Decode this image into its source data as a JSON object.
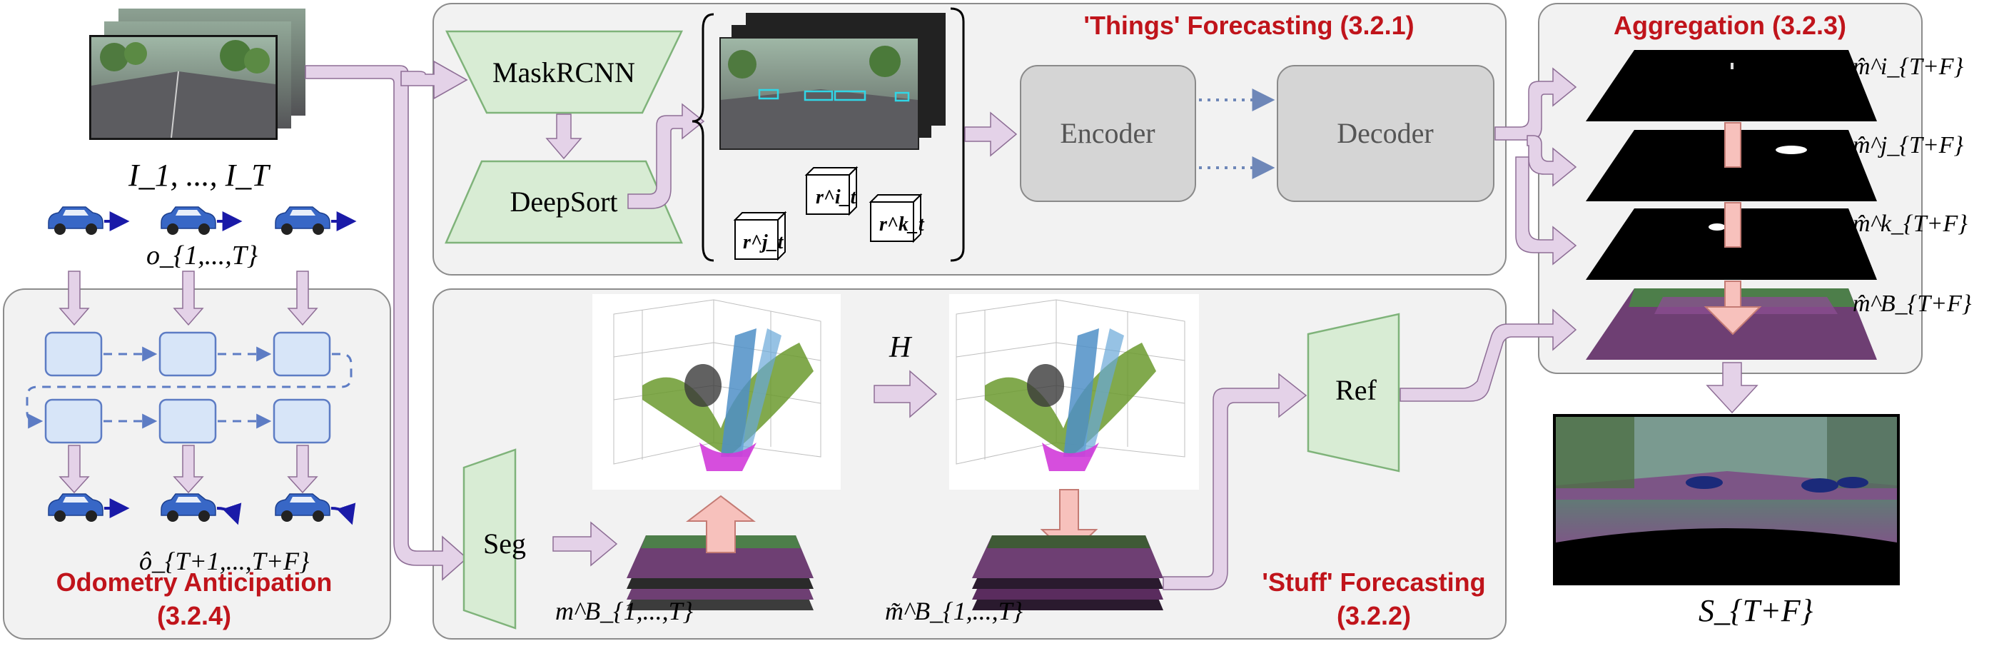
{
  "sections": {
    "things": "'Things' Forecasting (3.2.1)",
    "aggregation": "Aggregation (3.2.3)",
    "stuff_line1": "'Stuff' Forecasting",
    "stuff_line2": "(3.2.2)",
    "odometry_line1": "Odometry Anticipation",
    "odometry_line2": "(3.2.4)"
  },
  "blocks": {
    "maskrcnn": "MaskRCNN",
    "deepsort": "DeepSort",
    "encoder": "Encoder",
    "decoder": "Decoder",
    "seg": "Seg",
    "ref": "Ref"
  },
  "labels": {
    "input_frames": "I_1, ..., I_T",
    "odometry_past": "o_{1,...,T}",
    "odometry_future": "ô_{T+1,...,T+F}",
    "stuff_masks": "m^B_{1,...,T}",
    "stuff_masks_forecast": "m̃^B_{1,...,T}",
    "transform": "H",
    "mask_i": "m̂^i_{T+F}",
    "mask_j": "m̂^j_{T+F}",
    "mask_k": "m̂^k_{T+F}",
    "mask_b": "m̂^B_{T+F}",
    "output": "S_{T+F}",
    "feat_i": "r^i_t",
    "feat_j": "r^j_t",
    "feat_k": "r^k_t"
  },
  "colors": {
    "title_red": "#c0141b",
    "arrow_lavender": "#e4d2e8",
    "block_green": "#d8ecd4",
    "block_gray": "#d5d5d5",
    "lstm_blue": "#d7e5f8",
    "panel_gray": "#f2f2f2",
    "arrow_pink": "#f7c1bc",
    "car_blue": "#3867c6"
  }
}
